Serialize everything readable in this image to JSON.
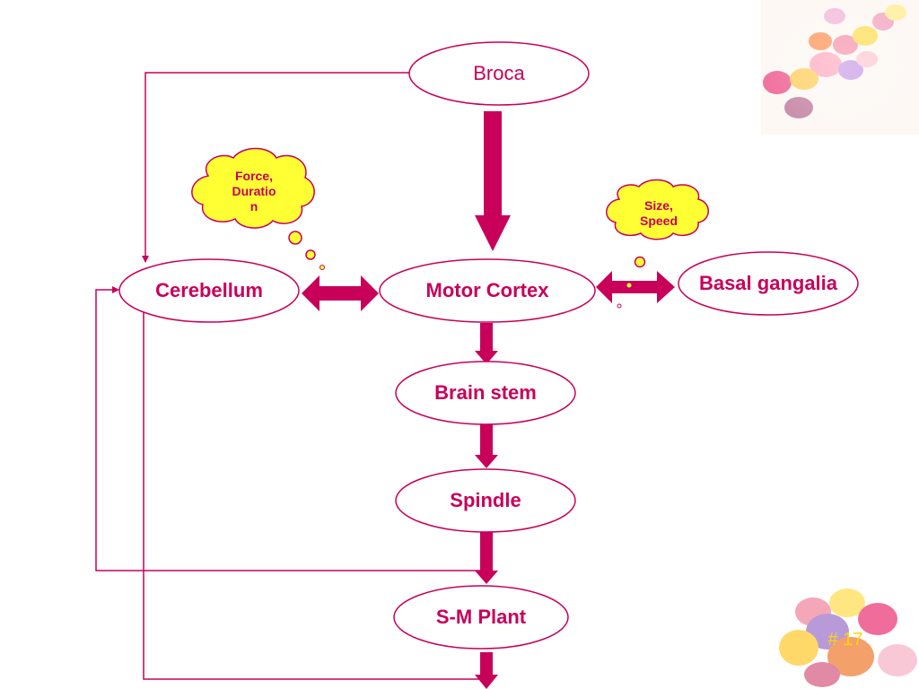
{
  "colors": {
    "accent": "#c8005a",
    "cloud_fill": "#ffff33",
    "slide_number": "#ffd600"
  },
  "decorations": {
    "top_right_image": "pastel-candy-eggs-image",
    "bottom_right_image": "pastel-candy-eggs-image"
  },
  "nodes": {
    "broca": "Broca",
    "cerebellum": "Cerebellum",
    "motor_cortex": "Motor Cortex",
    "basal_gangalia": "Basal gangalia",
    "brain_stem": "Brain stem",
    "spindle": "Spindle",
    "sm_plant": "S-M Plant"
  },
  "clouds": {
    "force_duration": [
      "Force,",
      "Duratio",
      "n"
    ],
    "size_speed": [
      "Size,",
      "Speed"
    ]
  },
  "slide_number": "# 17"
}
